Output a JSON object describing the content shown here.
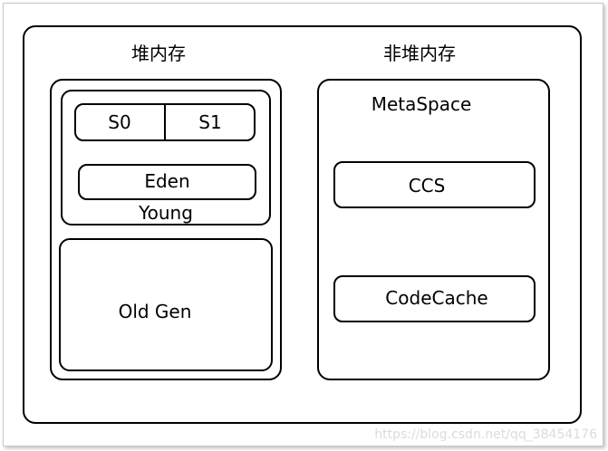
{
  "diagram": {
    "heap": {
      "title": "堆内存",
      "young": {
        "label": "Young",
        "s0": "S0",
        "s1": "S1",
        "eden": "Eden"
      },
      "old": {
        "label": "Old Gen"
      }
    },
    "non_heap": {
      "title": "非堆内存",
      "metaspace": {
        "label": "MetaSpace",
        "ccs": "CCS",
        "codecache": "CodeCache"
      }
    }
  },
  "watermark": "https://blog.csdn.net/qq_38454176"
}
